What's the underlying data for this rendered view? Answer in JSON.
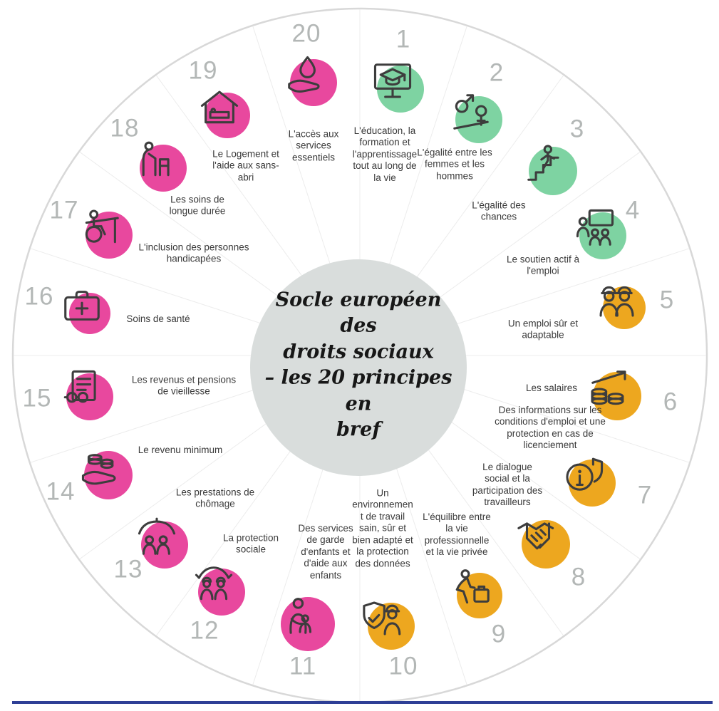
{
  "center": {
    "title": "Socle européen des\ndroits sociaux\n– les 20 principes en\nbref"
  },
  "colors": {
    "green": "#7ed3a2",
    "orange": "#eda71f",
    "pink": "#e8489e",
    "center_disc": "#d9dddc",
    "number_gray": "#b3b7b6",
    "outer_ring_gray": "#d8d8d8",
    "footer_blue": "#2e3f96"
  },
  "principles": [
    {
      "number": 1,
      "label": "L'éducation, la formation et l'apprentissage tout au long de la vie",
      "color": "green",
      "icon": "graduation-screen-icon"
    },
    {
      "number": 2,
      "label": "L'égalité entre les femmes et les hommes",
      "color": "green",
      "icon": "gender-equality-icon"
    },
    {
      "number": 3,
      "label": "L'égalité des chances",
      "color": "green",
      "icon": "stairs-helping-hand-icon"
    },
    {
      "number": 4,
      "label": "Le soutien actif à l'emploi",
      "color": "green",
      "icon": "presentation-people-icon"
    },
    {
      "number": 5,
      "label": "Un emploi sûr et adaptable",
      "color": "orange",
      "icon": "two-workers-icon"
    },
    {
      "number": 6,
      "label": "Les salaires",
      "color": "orange",
      "icon": "coins-growth-arrow-icon"
    },
    {
      "number": 7,
      "label": "Des informations sur les conditions d'emploi et une protection en cas de licenciement",
      "color": "orange",
      "icon": "info-shield-icon"
    },
    {
      "number": 8,
      "label": "Le dialogue social et la participation des travailleurs",
      "color": "orange",
      "icon": "handshake-icon"
    },
    {
      "number": 9,
      "label": "L'équilibre entre la vie professionnelle et la vie privée",
      "color": "orange",
      "icon": "work-life-balance-icon"
    },
    {
      "number": 10,
      "label": "Un environnement de travail sain, sûr et bien adapté et la protection des données",
      "color": "orange",
      "icon": "shield-check-worker-icon"
    },
    {
      "number": 11,
      "label": "Des services de garde d'enfants et d'aide aux enfants",
      "color": "pink",
      "icon": "parent-child-icon"
    },
    {
      "number": 12,
      "label": "La protection sociale",
      "color": "pink",
      "icon": "sheltering-hands-workers-icon"
    },
    {
      "number": 13,
      "label": "Les prestations de chômage",
      "color": "pink",
      "icon": "umbrella-people-icon"
    },
    {
      "number": 14,
      "label": "Le revenu minimum",
      "color": "pink",
      "icon": "coins-in-hand-icon"
    },
    {
      "number": 15,
      "label": "Les revenus et pensions de vieillesse",
      "color": "pink",
      "icon": "pension-document-glasses-icon"
    },
    {
      "number": 16,
      "label": "Soins de santé",
      "color": "pink",
      "icon": "first-aid-kit-icon"
    },
    {
      "number": 17,
      "label": "L'inclusion des personnes handicapées",
      "color": "pink",
      "icon": "wheelchair-desk-icon"
    },
    {
      "number": 18,
      "label": "Les soins de longue durée",
      "color": "pink",
      "icon": "elderly-walker-icon"
    },
    {
      "number": 19,
      "label": "Le Logement et l'aide aux sans-abri",
      "color": "pink",
      "icon": "house-bed-icon"
    },
    {
      "number": 20,
      "label": "L'accès aux services essentiels",
      "color": "pink",
      "icon": "hand-water-drop-icon"
    }
  ]
}
